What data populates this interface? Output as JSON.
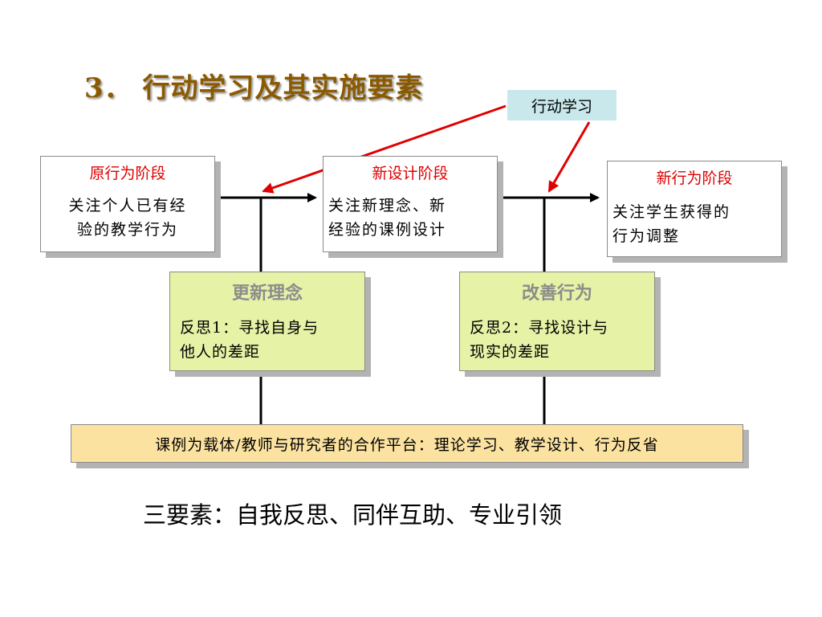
{
  "title": "3． 行动学习及其实施要素",
  "callout": "行动学习",
  "stages": [
    {
      "title": "原行为阶段",
      "line1": "关注个人已有经",
      "line2": "验的教学行为"
    },
    {
      "title": "新设计阶段",
      "line1": "关注新理念、新",
      "line2": "经验的课例设计"
    },
    {
      "title": "新行为阶段",
      "line1": "关注学生获得的",
      "line2": "行为调整"
    }
  ],
  "boxes": [
    {
      "title": "更新理念",
      "line1": "反思1：寻找自身与",
      "line2": "他人的差距"
    },
    {
      "title": "改善行为",
      "line1": "反思2：寻找设计与",
      "line2": "现实的差距"
    }
  ],
  "platform": "课例为载体/教师与研究者的合作平台：理论学习、教学设计、行为反省",
  "footer": "三要素：自我反思、同伴互助、专业引领",
  "colors": {
    "title": "#8B5A00",
    "stage_title": "#e00000",
    "callout_bg": "#c8e8ec",
    "green_bg": "#e6f2a6",
    "platform_bg": "#fbe2a0",
    "arrow_red": "#e00000"
  }
}
